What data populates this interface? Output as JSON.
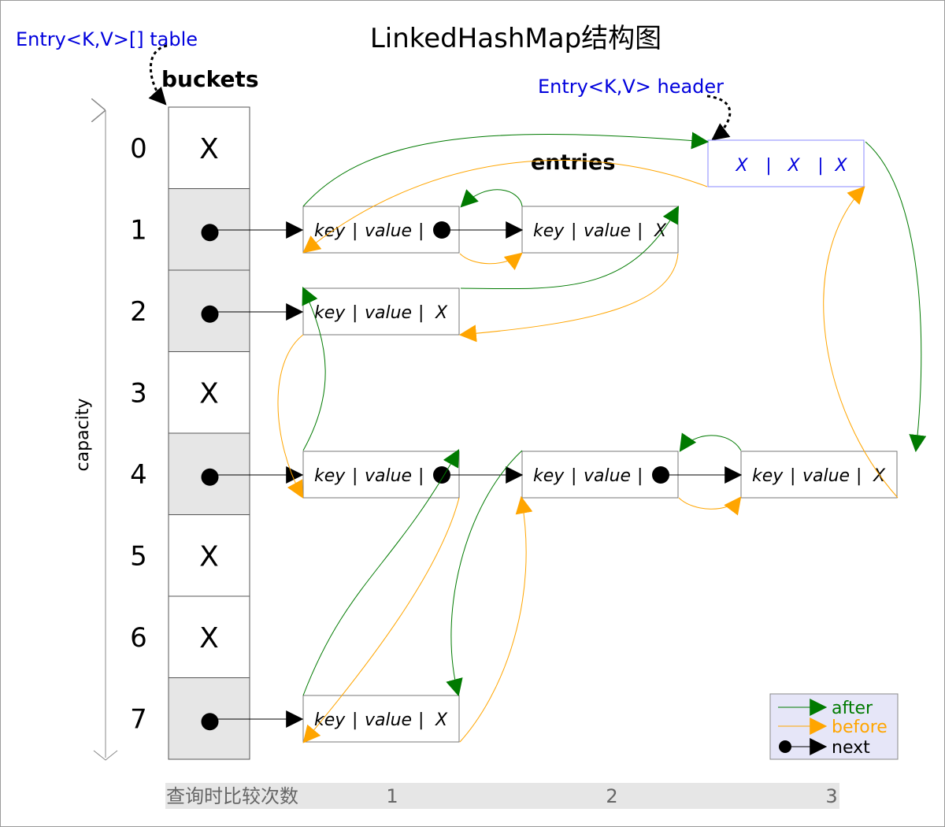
{
  "title": "LinkedHashMap结构图",
  "table_label": "Entry<K,V>[] table",
  "header_label": "Entry<K,V> header",
  "buckets_label": "buckets",
  "entries_label": "entries",
  "capacity_label": "capacity",
  "bucket_indices": [
    "0",
    "1",
    "2",
    "3",
    "4",
    "5",
    "6",
    "7"
  ],
  "bucket_markers": [
    "X",
    "",
    "",
    "X",
    "",
    "X",
    "X",
    ""
  ],
  "header_cells": [
    "X",
    "|",
    "X",
    "|",
    "X"
  ],
  "entry_parts": {
    "key": "key",
    "sep": "|",
    "value": "value",
    "null": "X"
  },
  "legend": {
    "after": "after",
    "before": "before",
    "next": "next"
  },
  "footer": {
    "label": "查询时比较次数",
    "counts": [
      "1",
      "2",
      "3"
    ]
  },
  "colors": {
    "after": "#007a00",
    "before": "#ffa500",
    "link_text": "#0000dd",
    "occupied_bucket": "#e6e6e6",
    "legend_bg": "#e6e6f8",
    "footer_bg": "#e6e6e6"
  }
}
